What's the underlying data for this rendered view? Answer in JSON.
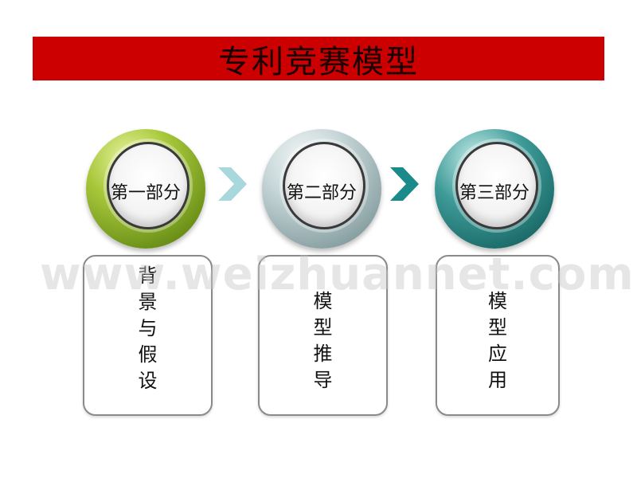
{
  "title": "专利竞赛模型",
  "sections": [
    {
      "label": "第一部分",
      "items": [
        "背",
        "景",
        "与",
        "假",
        "设"
      ]
    },
    {
      "label": "第二部分",
      "items": [
        "模",
        "型",
        "推",
        "导"
      ]
    },
    {
      "label": "第三部分",
      "items": [
        "模",
        "型",
        "应",
        "用"
      ]
    }
  ],
  "watermark": "www.weizhuannet.com",
  "colors": {
    "title_bar": "#cc0000",
    "circle1": "#8db52a",
    "circle2": "#a9bfc1",
    "circle3": "#1f7775",
    "chevron1": "#a8d8dc",
    "chevron2": "#1a8a8a"
  },
  "icons": [
    "chevron-right-icon",
    "chevron-right-icon"
  ]
}
